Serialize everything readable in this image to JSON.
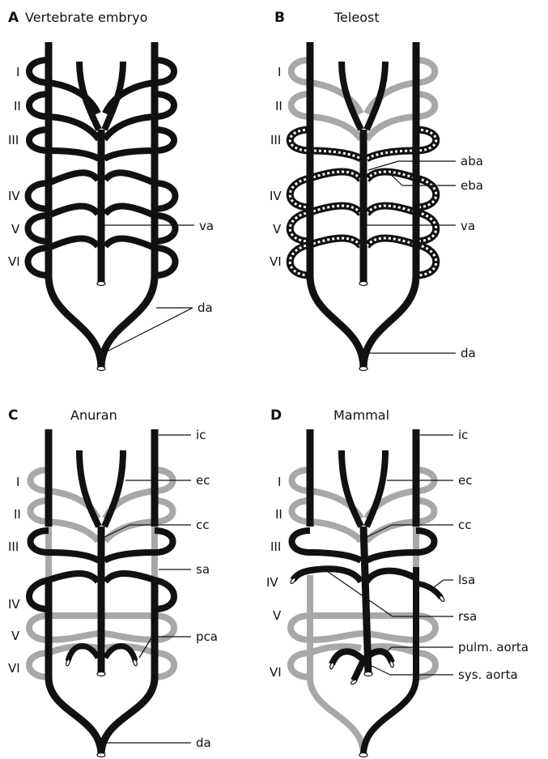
{
  "colors": {
    "vessel": "#111111",
    "regressed": "#a8a8a8",
    "background": "#ffffff"
  },
  "panels": [
    {
      "letter": "A",
      "title": "Vertebrate embryo",
      "arches": [
        "I",
        "II",
        "III",
        "IV",
        "V",
        "VI"
      ],
      "labels": [
        "va",
        "da"
      ]
    },
    {
      "letter": "B",
      "title": "Teleost",
      "arches": [
        "I",
        "II",
        "III",
        "IV",
        "V",
        "VI"
      ],
      "labels": [
        "aba",
        "eba",
        "va",
        "da"
      ]
    },
    {
      "letter": "C",
      "title": "Anuran",
      "arches": [
        "I",
        "II",
        "III",
        "IV",
        "V",
        "VI"
      ],
      "labels": [
        "ic",
        "ec",
        "cc",
        "sa",
        "pca",
        "da"
      ]
    },
    {
      "letter": "D",
      "title": "Mammal",
      "arches": [
        "I",
        "II",
        "III",
        "IV",
        "V",
        "VI"
      ],
      "labels": [
        "ic",
        "ec",
        "cc",
        "lsa",
        "rsa",
        "pulm. aorta",
        "sys. aorta"
      ]
    }
  ]
}
